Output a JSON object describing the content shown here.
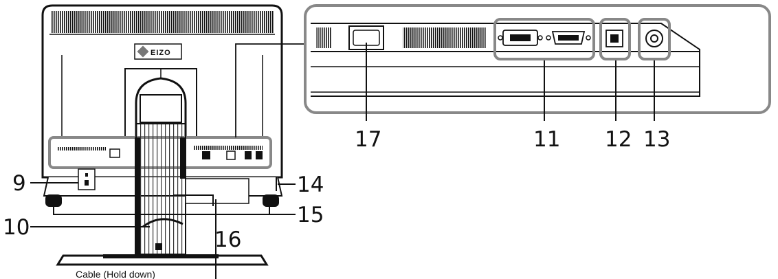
{
  "brand": {
    "logo_text": "EIZO"
  },
  "callouts": {
    "c9": "9",
    "c10": "10",
    "c11": "11",
    "c12": "12",
    "c13": "13",
    "c14": "14",
    "c15": "15",
    "c16": "16",
    "c17": "17"
  },
  "caption": "Cable (Hold down)"
}
